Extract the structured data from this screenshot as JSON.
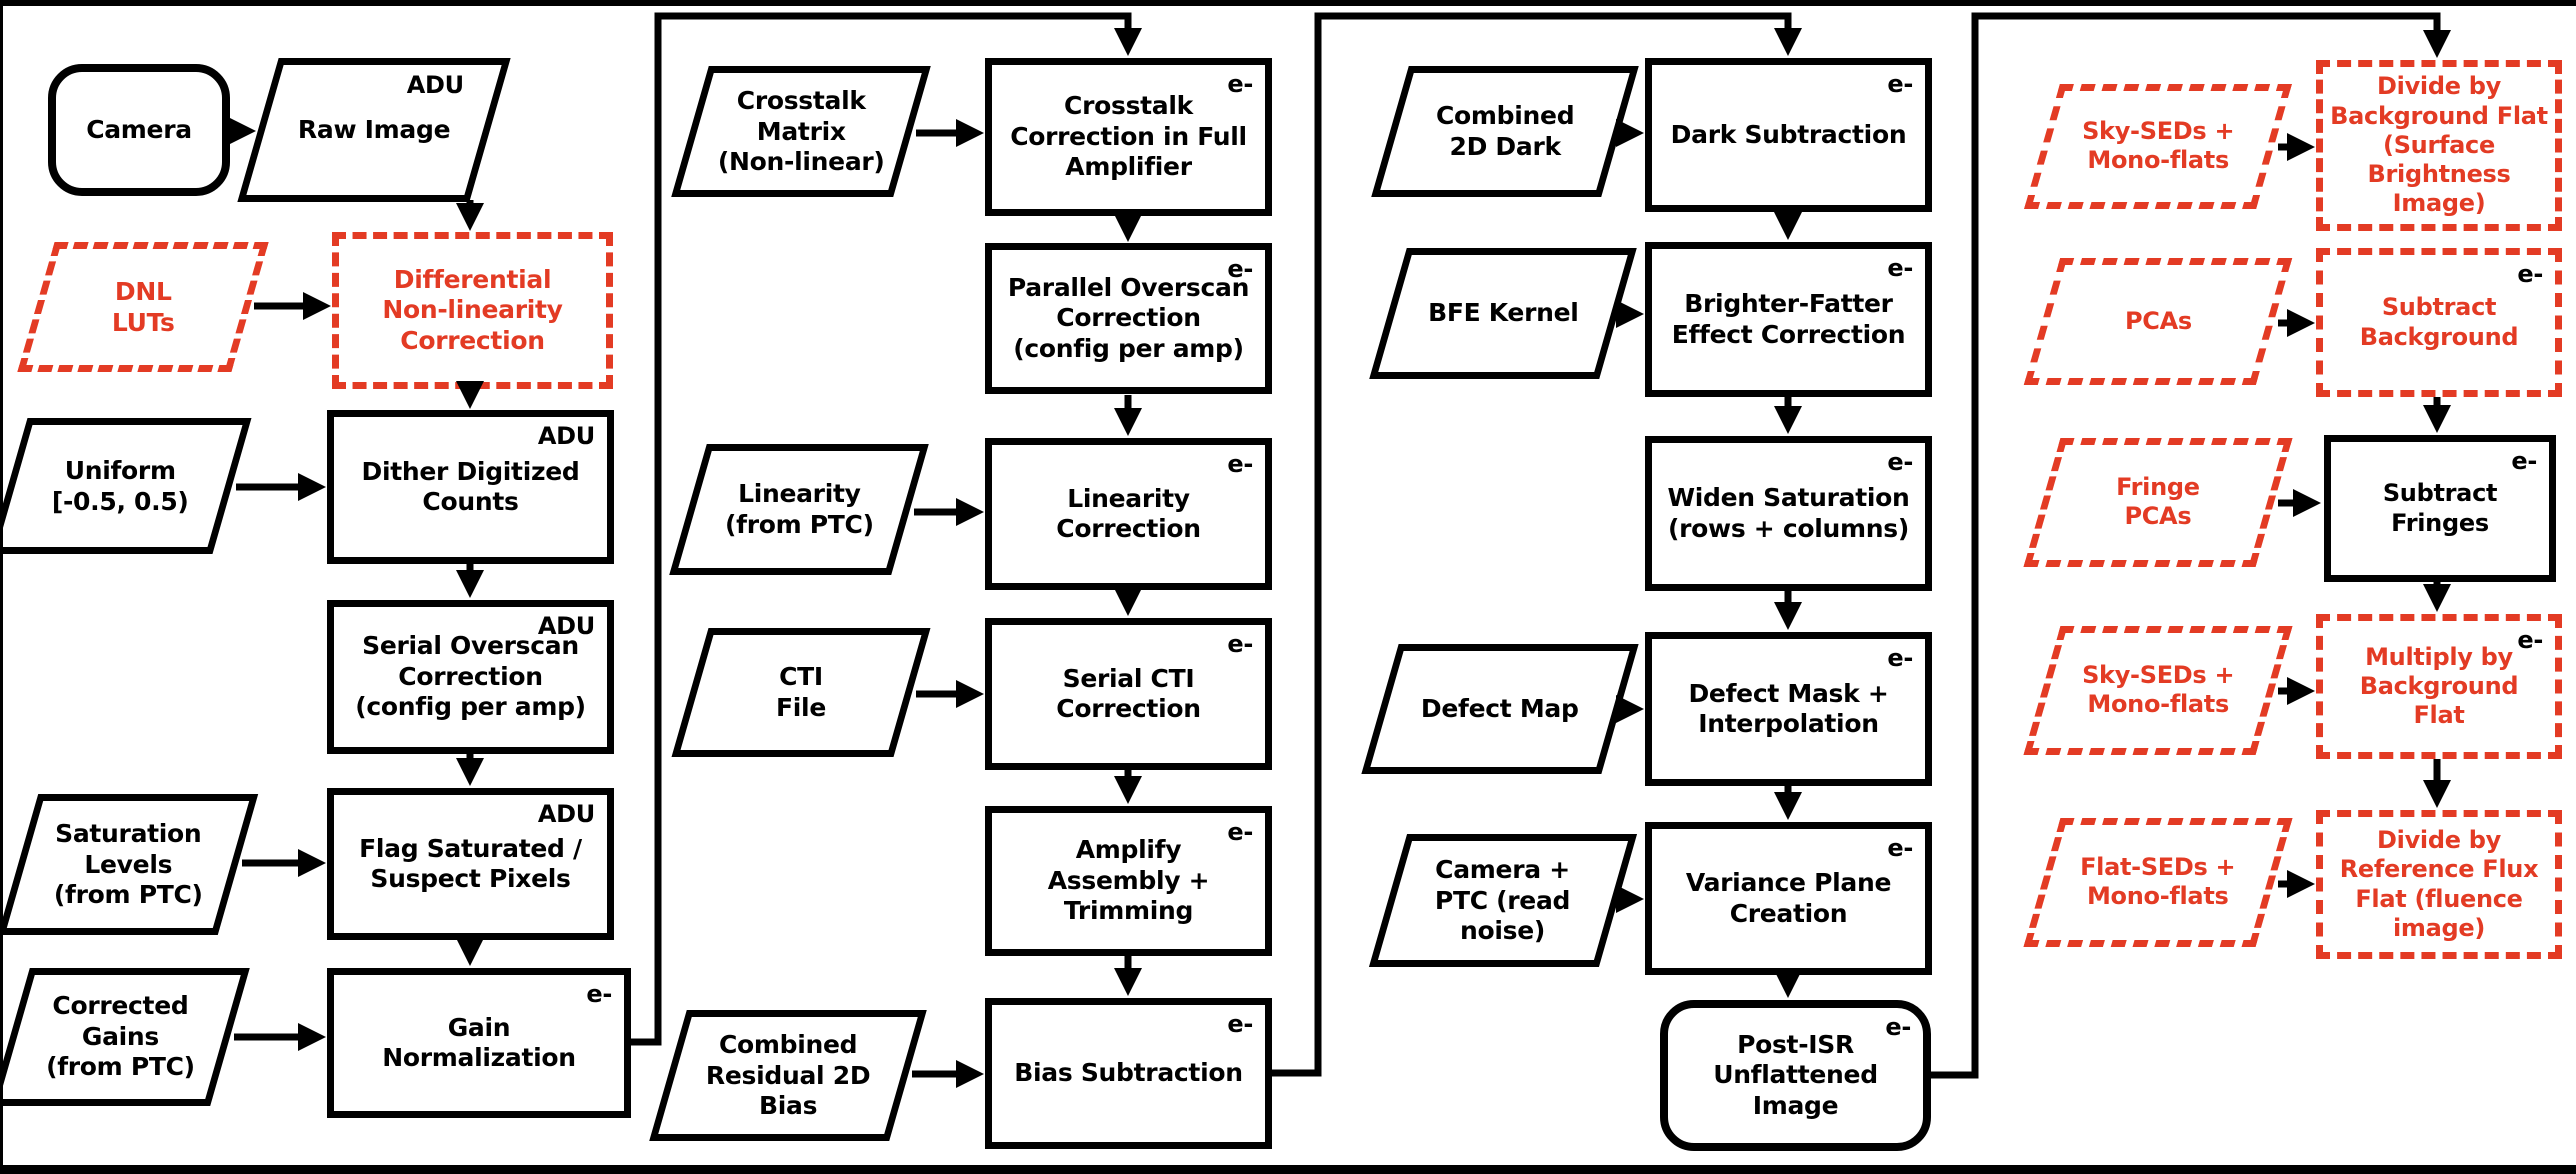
{
  "title": "ISR processing pipeline flowchart",
  "colors": {
    "accent_red": "#E33B24",
    "line_black": "#000000"
  },
  "nodes": {
    "camera": {
      "label": "Camera"
    },
    "raw_image": {
      "label": "Raw Image",
      "tag": "ADU"
    },
    "dnl_luts": {
      "label": "DNL\nLUTs"
    },
    "diff_nl": {
      "label": "Differential\nNon-linearity\nCorrection"
    },
    "uniform": {
      "label": "Uniform\n[-0.5, 0.5)"
    },
    "dither": {
      "label": "Dither Digitized\nCounts",
      "tag": "ADU"
    },
    "serial_overscan": {
      "label": "Serial Overscan\nCorrection\n(config per amp)",
      "tag": "ADU"
    },
    "saturation_levels": {
      "label": "Saturation\nLevels\n(from PTC)"
    },
    "flag_saturated": {
      "label": "Flag Saturated /\nSuspect Pixels",
      "tag": "ADU"
    },
    "corrected_gains": {
      "label": "Corrected\nGains\n(from PTC)"
    },
    "gain_norm": {
      "label": "Gain\nNormalization",
      "tag": "e-"
    },
    "crosstalk_matrix": {
      "label": "Crosstalk\nMatrix\n(Non-linear)"
    },
    "crosstalk_corr": {
      "label": "Crosstalk\nCorrection in Full\nAmplifier",
      "tag": "e-"
    },
    "parallel_overscan": {
      "label": "Parallel Overscan\nCorrection\n(config per amp)",
      "tag": "e-"
    },
    "linearity": {
      "label": "Linearity\n(from PTC)"
    },
    "linearity_corr": {
      "label": "Linearity\nCorrection",
      "tag": "e-"
    },
    "cti_file": {
      "label": "CTI\nFile"
    },
    "serial_cti": {
      "label": "Serial CTI\nCorrection",
      "tag": "e-"
    },
    "amplify_assembly": {
      "label": "Amplify\nAssembly +\nTrimming",
      "tag": "e-"
    },
    "combined_residual_bias": {
      "label": "Combined\nResidual 2D\nBias"
    },
    "bias_subtraction": {
      "label": "Bias Subtraction",
      "tag": "e-"
    },
    "combined_2d_dark": {
      "label": "Combined\n2D Dark"
    },
    "dark_subtraction": {
      "label": "Dark Subtraction",
      "tag": "e-"
    },
    "bfe_kernel": {
      "label": "BFE Kernel"
    },
    "brighter_fatter": {
      "label": "Brighter-Fatter\nEffect Correction",
      "tag": "e-"
    },
    "widen_saturation": {
      "label": "Widen Saturation\n(rows + columns)",
      "tag": "e-"
    },
    "defect_map": {
      "label": "Defect Map"
    },
    "defect_mask": {
      "label": "Defect Mask +\nInterpolation",
      "tag": "e-"
    },
    "camera_ptc": {
      "label": "Camera +\nPTC (read\nnoise)"
    },
    "variance_plane": {
      "label": "Variance Plane\nCreation",
      "tag": "e-"
    },
    "post_isr": {
      "label": "Post-ISR\nUnflattened\nImage",
      "tag": "e-"
    },
    "sky_seds_1": {
      "label": "Sky-SEDs +\nMono-flats"
    },
    "divide_bg_flat": {
      "label": "Divide by\nBackground Flat\n(Surface\nBrightness\nImage)"
    },
    "pcas": {
      "label": "PCAs"
    },
    "subtract_background": {
      "label": "Subtract\nBackground",
      "tag": "e-"
    },
    "fringe_pcas": {
      "label": "Fringe\nPCAs"
    },
    "subtract_fringes": {
      "label": "Subtract\nFringes",
      "tag": "e-"
    },
    "sky_seds_2": {
      "label": "Sky-SEDs +\nMono-flats"
    },
    "multiply_bg_flat": {
      "label": "Multiply by\nBackground\nFlat",
      "tag": "e-"
    },
    "flat_seds": {
      "label": "Flat-SEDs +\nMono-flats"
    },
    "divide_ref_flux": {
      "label": "Divide by\nReference Flux\nFlat (fluence\nimage)"
    }
  }
}
